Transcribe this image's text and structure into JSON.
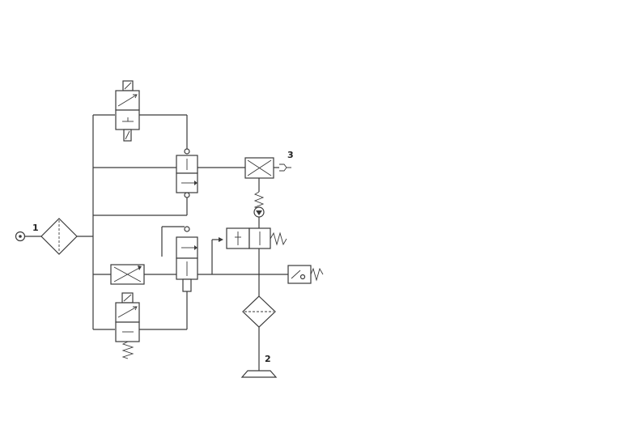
{
  "diagram": {
    "colors": {
      "stroke": "#3a3a3a",
      "background": "#ffffff"
    },
    "labels": {
      "input": "1",
      "output": "2",
      "exhaust": "3"
    }
  }
}
